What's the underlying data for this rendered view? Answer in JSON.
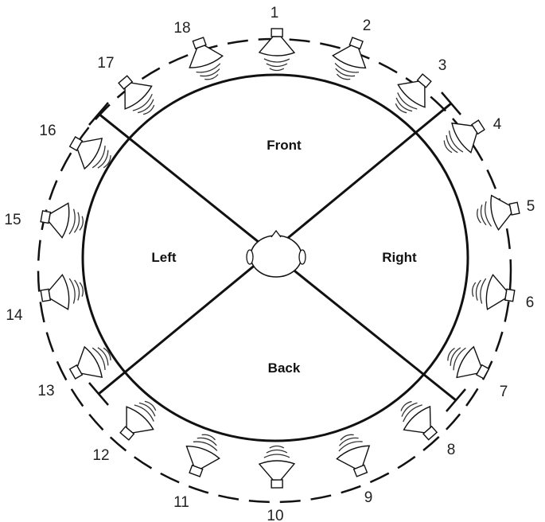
{
  "zones": {
    "front": "Front",
    "right": "Right",
    "back": "Back",
    "left": "Left"
  },
  "speakers": [
    {
      "id": "1"
    },
    {
      "id": "2"
    },
    {
      "id": "3"
    },
    {
      "id": "4"
    },
    {
      "id": "5"
    },
    {
      "id": "6"
    },
    {
      "id": "7"
    },
    {
      "id": "8"
    },
    {
      "id": "9"
    },
    {
      "id": "10"
    },
    {
      "id": "11"
    },
    {
      "id": "12"
    },
    {
      "id": "13"
    },
    {
      "id": "14"
    },
    {
      "id": "15"
    },
    {
      "id": "16"
    },
    {
      "id": "17"
    },
    {
      "id": "18"
    }
  ]
}
